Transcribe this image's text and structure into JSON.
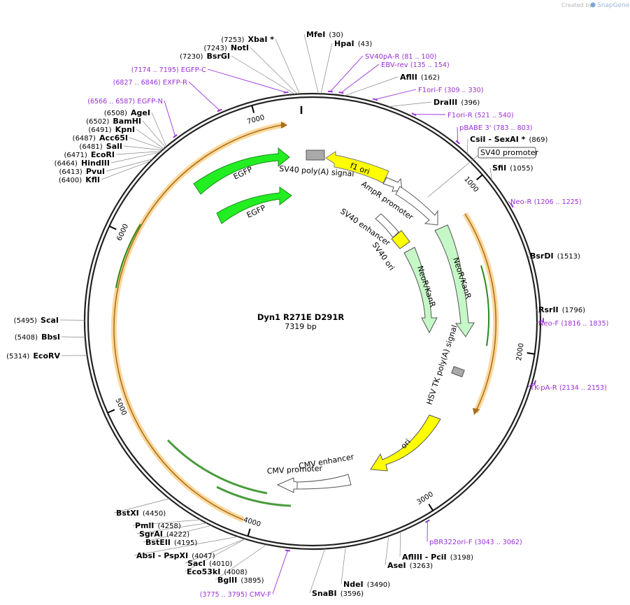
{
  "credit": {
    "prefix": "Created by",
    "brand": "SnapGene"
  },
  "plasmid": {
    "name": "Dyn1 R271E D291R",
    "size_text": "7319 bp",
    "length": 7319
  },
  "ruler": [
    {
      "pos": 1000,
      "label": "1000"
    },
    {
      "pos": 2000,
      "label": "2000"
    },
    {
      "pos": 3000,
      "label": "3000"
    },
    {
      "pos": 4000,
      "label": "4000"
    },
    {
      "pos": 5000,
      "label": "5000"
    },
    {
      "pos": 6000,
      "label": "6000"
    },
    {
      "pos": 7000,
      "label": "7000"
    }
  ],
  "sites": [
    {
      "name": "MfeI",
      "pos": "(30)",
      "bp": 30
    },
    {
      "name": "HpaI",
      "pos": "(43)",
      "bp": 43
    },
    {
      "name": "AflII",
      "pos": "(162)",
      "bp": 162
    },
    {
      "name": "DraIII",
      "pos": "(396)",
      "bp": 396
    },
    {
      "name": "CsiI  - SexAI *",
      "pos": "(869)",
      "bp": 869
    },
    {
      "name": "SfiI",
      "pos": "(1055)",
      "bp": 1055
    },
    {
      "name": "BsrDI",
      "pos": "(1513)",
      "bp": 1513
    },
    {
      "name": "RsrII",
      "pos": "(1796)",
      "bp": 1796
    },
    {
      "name": "AflIII  - PciI",
      "pos": "(3198)",
      "bp": 3198
    },
    {
      "name": "AseI",
      "pos": "(3263)",
      "bp": 3263
    },
    {
      "name": "NdeI",
      "pos": "(3490)",
      "bp": 3490
    },
    {
      "name": "SnaBI",
      "pos": "(3596)",
      "bp": 3596
    },
    {
      "name": "BglII",
      "pos": "(3895)",
      "bp": 3895
    },
    {
      "name": "Eco53kI",
      "pos": "(4008)",
      "bp": 4008
    },
    {
      "name": "SacI",
      "pos": "(4010)",
      "bp": 4010
    },
    {
      "name": "AbsI  - PspXI",
      "pos": "(4047)",
      "bp": 4047
    },
    {
      "name": "BstEII",
      "pos": "(4195)",
      "bp": 4195
    },
    {
      "name": "SgrAI",
      "pos": "(4222)",
      "bp": 4222
    },
    {
      "name": "PmlI",
      "pos": "(4258)",
      "bp": 4258
    },
    {
      "name": "BstXI",
      "pos": "(4450)",
      "bp": 4450
    },
    {
      "name": "EcoRV",
      "pos": "(5314)",
      "bp": 5314
    },
    {
      "name": "BbsI",
      "pos": "(5408)",
      "bp": 5408
    },
    {
      "name": "ScaI",
      "pos": "(5495)",
      "bp": 5495
    },
    {
      "name": "KflI",
      "pos": "(6400)",
      "bp": 6400
    },
    {
      "name": "PvuI",
      "pos": "(6413)",
      "bp": 6413
    },
    {
      "name": "HindIII",
      "pos": "(6464)",
      "bp": 6464
    },
    {
      "name": "EcoRI",
      "pos": "(6471)",
      "bp": 6471
    },
    {
      "name": "SalI",
      "pos": "(6481)",
      "bp": 6481
    },
    {
      "name": "Acc65I",
      "pos": "(6487)",
      "bp": 6487
    },
    {
      "name": "KpnI",
      "pos": "(6491)",
      "bp": 6491
    },
    {
      "name": "BamHI",
      "pos": "(6502)",
      "bp": 6502
    },
    {
      "name": "AgeI",
      "pos": "(6508)",
      "bp": 6508
    },
    {
      "name": "BsrGI",
      "pos": "(7230)",
      "bp": 7230
    },
    {
      "name": "NotI",
      "pos": "(7243)",
      "bp": 7243
    },
    {
      "name": "XbaI *",
      "pos": "(7253)",
      "bp": 7253
    }
  ],
  "primers": [
    {
      "name": "SV40pA-R",
      "range": "(81 .. 100)",
      "bp": 90
    },
    {
      "name": "EBV-rev",
      "range": "(135 .. 154)",
      "bp": 145
    },
    {
      "name": "F1ori-F",
      "range": "(309 .. 330)",
      "bp": 320
    },
    {
      "name": "F1ori-R",
      "range": "(521 .. 540)",
      "bp": 530
    },
    {
      "name": "pBABE 3'",
      "range": "(783 .. 803)",
      "bp": 793
    },
    {
      "name": "Neo-R",
      "range": "(1206 .. 1225)",
      "bp": 1215
    },
    {
      "name": "Neo-F",
      "range": "(1816 .. 1835)",
      "bp": 1825
    },
    {
      "name": "TK-pA-R",
      "range": "(2134 .. 2153)",
      "bp": 2143
    },
    {
      "name": "pBR322ori-F",
      "range": "(3043 .. 3062)",
      "bp": 3052
    },
    {
      "name": "CMV-F",
      "range": "(3775 .. 3795)",
      "bp": 3785
    },
    {
      "name": "EXFP-R",
      "range": "(6827 .. 6846)",
      "bp": 6836
    },
    {
      "name": "EGFP-C",
      "range": "(7174 .. 7195)",
      "bp": 7185
    },
    {
      "name": "EGFP-N",
      "range": "(6566 .. 6587)",
      "bp": 6576
    }
  ],
  "features": [
    {
      "name": "f1 ori",
      "kind": "origin"
    },
    {
      "name": "AmpR promoter",
      "kind": "promoter"
    },
    {
      "name": "SV40 promoter",
      "kind": "promoter"
    },
    {
      "name": "SV40 enhancer",
      "kind": "enhancer"
    },
    {
      "name": "SV40 ori",
      "kind": "origin"
    },
    {
      "name": "NeoR/KanR",
      "kind": "cds"
    },
    {
      "name": "NeoR/KanR",
      "kind": "cds"
    },
    {
      "name": "HSV TK poly(A) signal",
      "kind": "polyA"
    },
    {
      "name": "ori",
      "kind": "origin"
    },
    {
      "name": "CMV enhancer",
      "kind": "enhancer"
    },
    {
      "name": "CMV promoter",
      "kind": "promoter"
    },
    {
      "name": "EGFP",
      "kind": "cds"
    },
    {
      "name": "EGFP",
      "kind": "cds"
    },
    {
      "name": "SV40 poly(A) signal",
      "kind": "polyA"
    }
  ],
  "colors": {
    "backbone": "#222222",
    "primer": "#9a2fd6",
    "leader": "#888888",
    "gfp": "#22ee22",
    "neo": "#c6f7c6",
    "origin": "#ffff00",
    "polyA": "#a9a9a9",
    "orf_fill": "#fbd89a",
    "orf_stroke": "#e8a23c",
    "orf_inner": "#2a8a1a"
  }
}
